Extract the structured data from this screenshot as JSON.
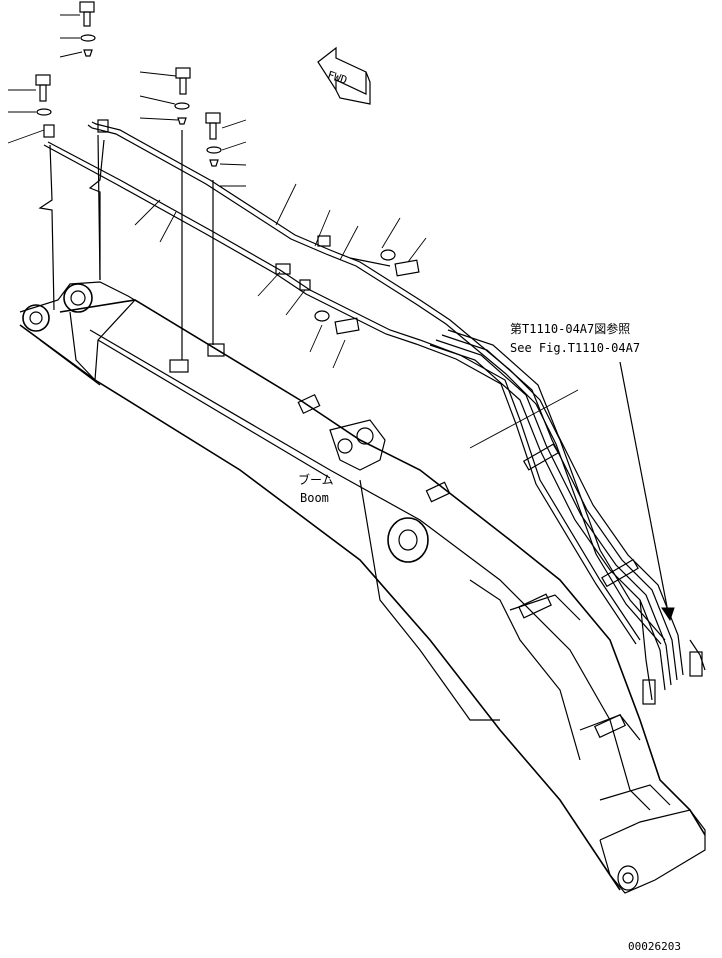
{
  "labels": {
    "fwd": "FWD",
    "ref_jp": "第T1110-04A7図参照",
    "ref_en": "See Fig.T1110-04A7",
    "boom_jp": "ブーム",
    "boom_en": "Boom",
    "code": "00026203"
  }
}
